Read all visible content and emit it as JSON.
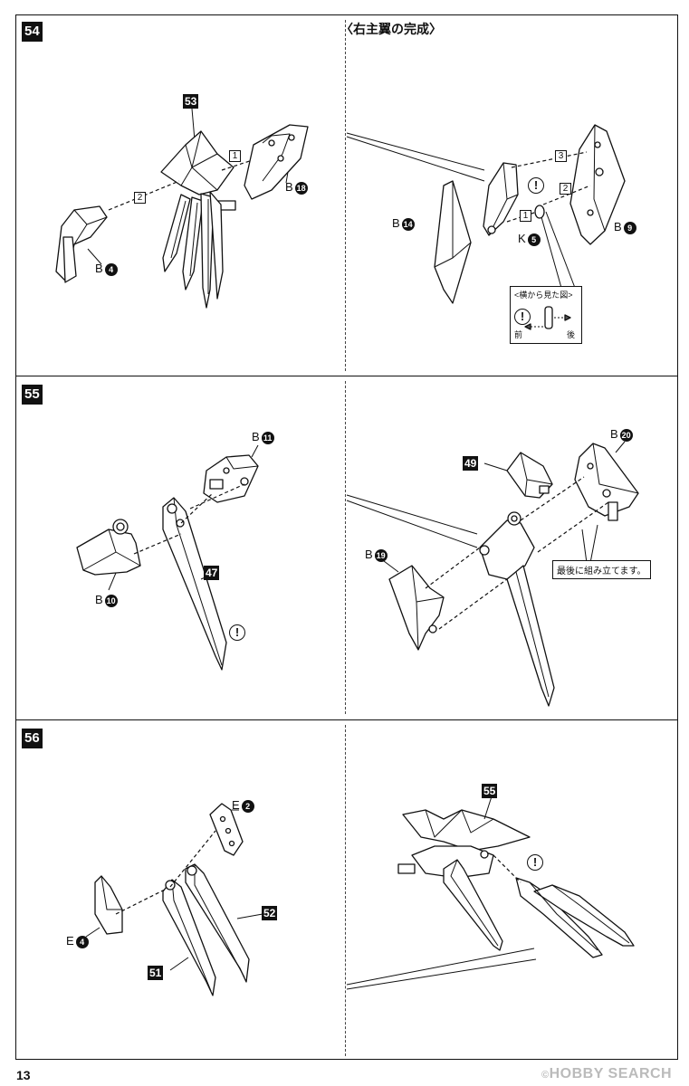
{
  "page": {
    "page_number": "13",
    "watermark": "HOBBY SEARCH",
    "watermark_mark": "©"
  },
  "steps": [
    {
      "number": "54"
    },
    {
      "number": "55"
    },
    {
      "number": "56"
    }
  ],
  "step54": {
    "part_num": "53",
    "order_1": "1",
    "order_2": "2",
    "label_b18": "B",
    "label_b18_num": "18",
    "label_b4": "B",
    "label_b4_num": "4"
  },
  "step54_right": {
    "title": "〈右主翼の完成〉",
    "order_1": "1",
    "order_2": "2",
    "order_3": "3",
    "label_b14": "B",
    "label_b14_num": "14",
    "label_k5": "K",
    "label_k5_num": "5",
    "label_b9": "B",
    "label_b9_num": "9",
    "warn": "!",
    "side_view": {
      "title": "<横から見た図>",
      "front": "前",
      "back": "後"
    }
  },
  "step55": {
    "label_b11": "B",
    "label_b11_num": "11",
    "label_b10": "B",
    "label_b10_num": "10",
    "part_num": "47",
    "warn": "!"
  },
  "step55_right": {
    "part_num": "49",
    "label_b20": "B",
    "label_b20_num": "20",
    "label_b19": "B",
    "label_b19_num": "19",
    "callout": "最後に組み立てます。"
  },
  "step56": {
    "label_e2": "E",
    "label_e2_num": "2",
    "label_e4": "E",
    "label_e4_num": "4",
    "part_num_52": "52",
    "part_num_51": "51"
  },
  "step56_right": {
    "part_num": "55",
    "warn": "!"
  }
}
